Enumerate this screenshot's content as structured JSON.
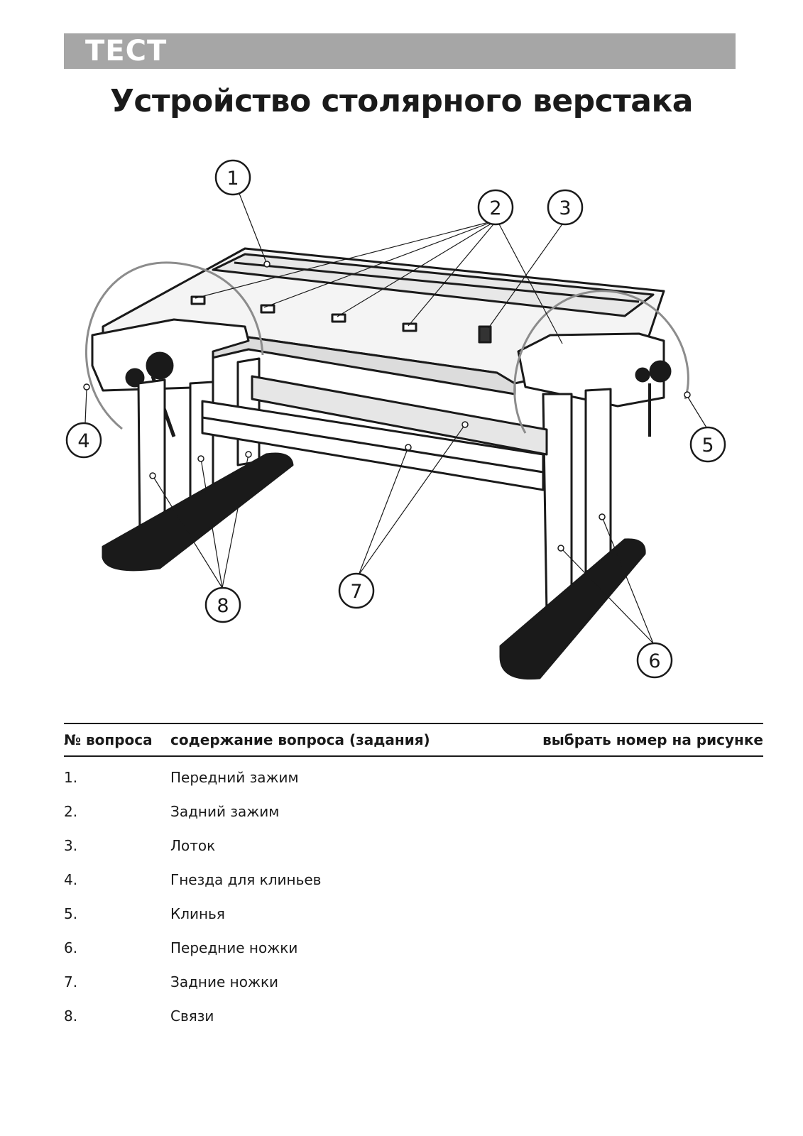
{
  "header": {
    "label": "ТЕСТ"
  },
  "title": "Устройство столярного верстака",
  "callouts": [
    "1",
    "2",
    "3",
    "4",
    "5",
    "6",
    "7",
    "8"
  ],
  "table": {
    "headers": {
      "number": "№ вопроса",
      "content": "содержание вопроса (задания)",
      "answer": "выбрать номер на рисунке"
    },
    "rows": [
      {
        "number": "1.",
        "text": "Передний зажим"
      },
      {
        "number": "2.",
        "text": "Задний зажим"
      },
      {
        "number": "3.",
        "text": "Лоток"
      },
      {
        "number": "4.",
        "text": "Гнезда для клиньев"
      },
      {
        "number": "5.",
        "text": "Клинья"
      },
      {
        "number": "6.",
        "text": "Передние ножки"
      },
      {
        "number": "7.",
        "text": "Задние ножки"
      },
      {
        "number": "8.",
        "text": "Связи"
      }
    ]
  },
  "colors": {
    "band": "#a6a6a6",
    "ink": "#1a1a1a",
    "leader": "#8c8c8c"
  }
}
